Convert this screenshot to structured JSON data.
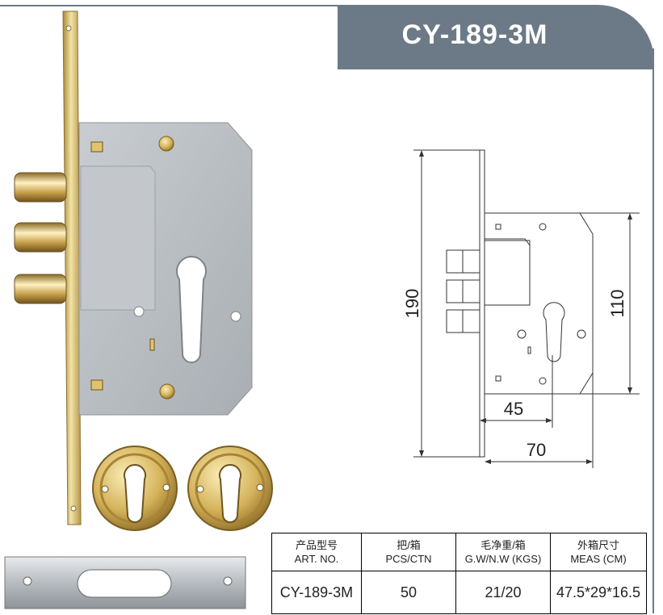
{
  "title": "CY-189-3M",
  "dimensions": {
    "height_total": "190",
    "height_body": "110",
    "backset": "45",
    "depth": "70"
  },
  "table": {
    "headers": [
      {
        "cn": "产品型号",
        "en": "ART. NO."
      },
      {
        "cn": "把/箱",
        "en": "PCS/CTN"
      },
      {
        "cn": "毛净重/箱",
        "en": "G.W/N.W (KGS)"
      },
      {
        "cn": "外箱尺寸",
        "en": "MEAS (CM)"
      }
    ],
    "row": [
      "CY-189-3M",
      "50",
      "21/20",
      "47.5*29*16.5"
    ]
  },
  "colors": {
    "banner": "#6b7a86",
    "brass": "#c9a84a",
    "body": "#b9bdc2"
  }
}
